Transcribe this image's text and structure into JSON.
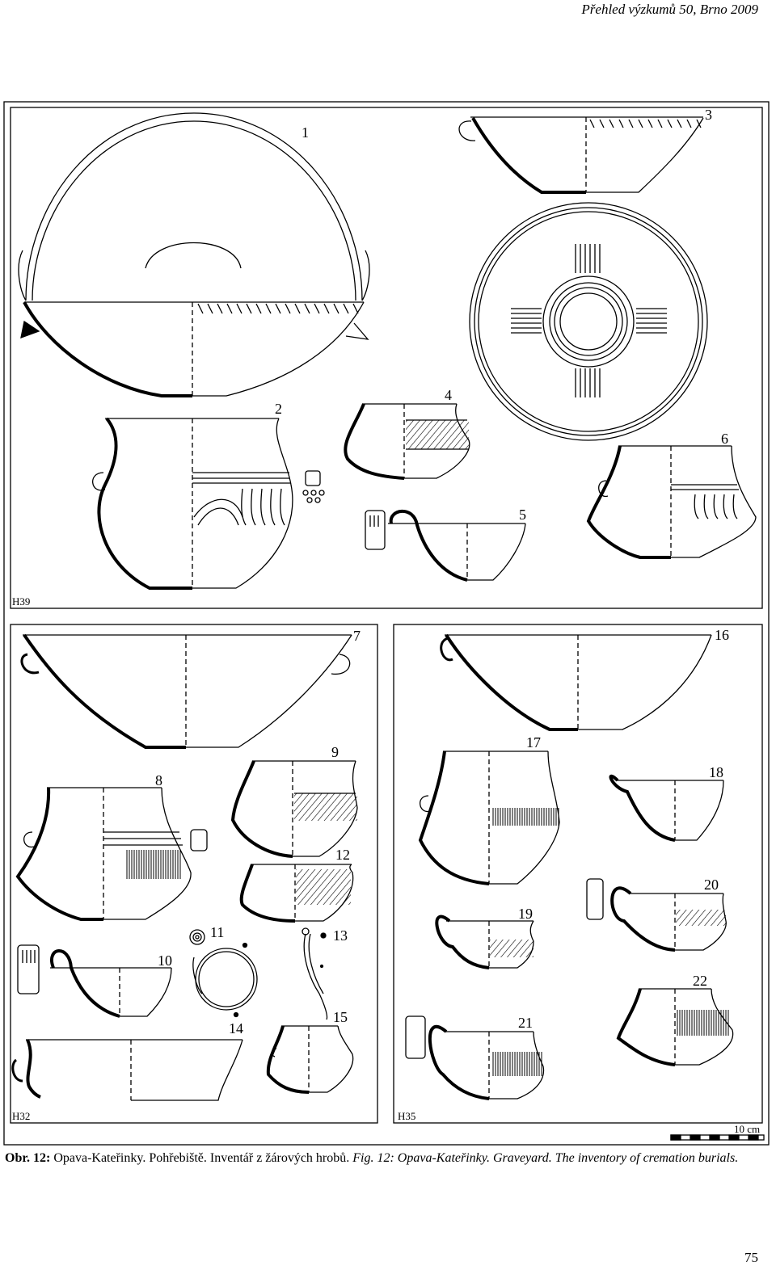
{
  "header": {
    "journal": "Přehled výzkumů 50, Brno 2009"
  },
  "plate": {
    "sections": {
      "h39": "H39",
      "h32": "H32",
      "h35": "H35"
    },
    "scale_label": "10 cm",
    "numbers": {
      "n1": "1",
      "n2": "2",
      "n3": "3",
      "n4": "4",
      "n5": "5",
      "n6": "6",
      "n7": "7",
      "n8": "8",
      "n9": "9",
      "n10": "10",
      "n11": "11",
      "n12": "12",
      "n13": "13",
      "n14": "14",
      "n15": "15",
      "n16": "16",
      "n17": "17",
      "n18": "18",
      "n19": "19",
      "n20": "20",
      "n21": "21",
      "n22": "22"
    }
  },
  "caption": {
    "label_cz": "Obr. 12:",
    "text_cz": "Opava-Kateřinky. Pohřebiště. Inventář z žárových hrobů.",
    "label_en": "Fig. 12:",
    "text_en": "Opava-Kateřinky. Graveyard. The inventory of cremation burials."
  },
  "page_number": "75"
}
